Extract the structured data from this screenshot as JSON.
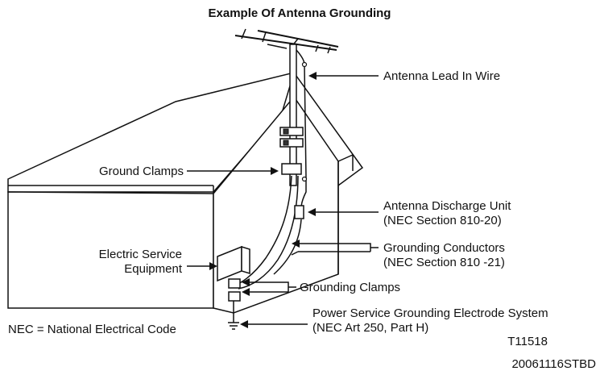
{
  "title": "Example Of Antenna Grounding",
  "labels": {
    "antenna_lead_in_wire": "Antenna Lead In Wire",
    "ground_clamps": "Ground Clamps",
    "antenna_discharge_unit": "Antenna Discharge Unit",
    "antenna_discharge_unit_ref": "(NEC Section 810-20)",
    "electric_service_line1": "Electric Service",
    "electric_service_line2": "Equipment",
    "grounding_conductors": "Grounding Conductors",
    "grounding_conductors_ref": "(NEC Section 810 -21)",
    "grounding_clamps": "Grounding Clamps",
    "power_service_line1": "Power Service Grounding Electrode System",
    "power_service_line2": "(NEC Art 250, Part H)",
    "nec_legend": "NEC = National Electrical Code",
    "figure_code": "T11518",
    "doc_code": "20061116STBD"
  }
}
